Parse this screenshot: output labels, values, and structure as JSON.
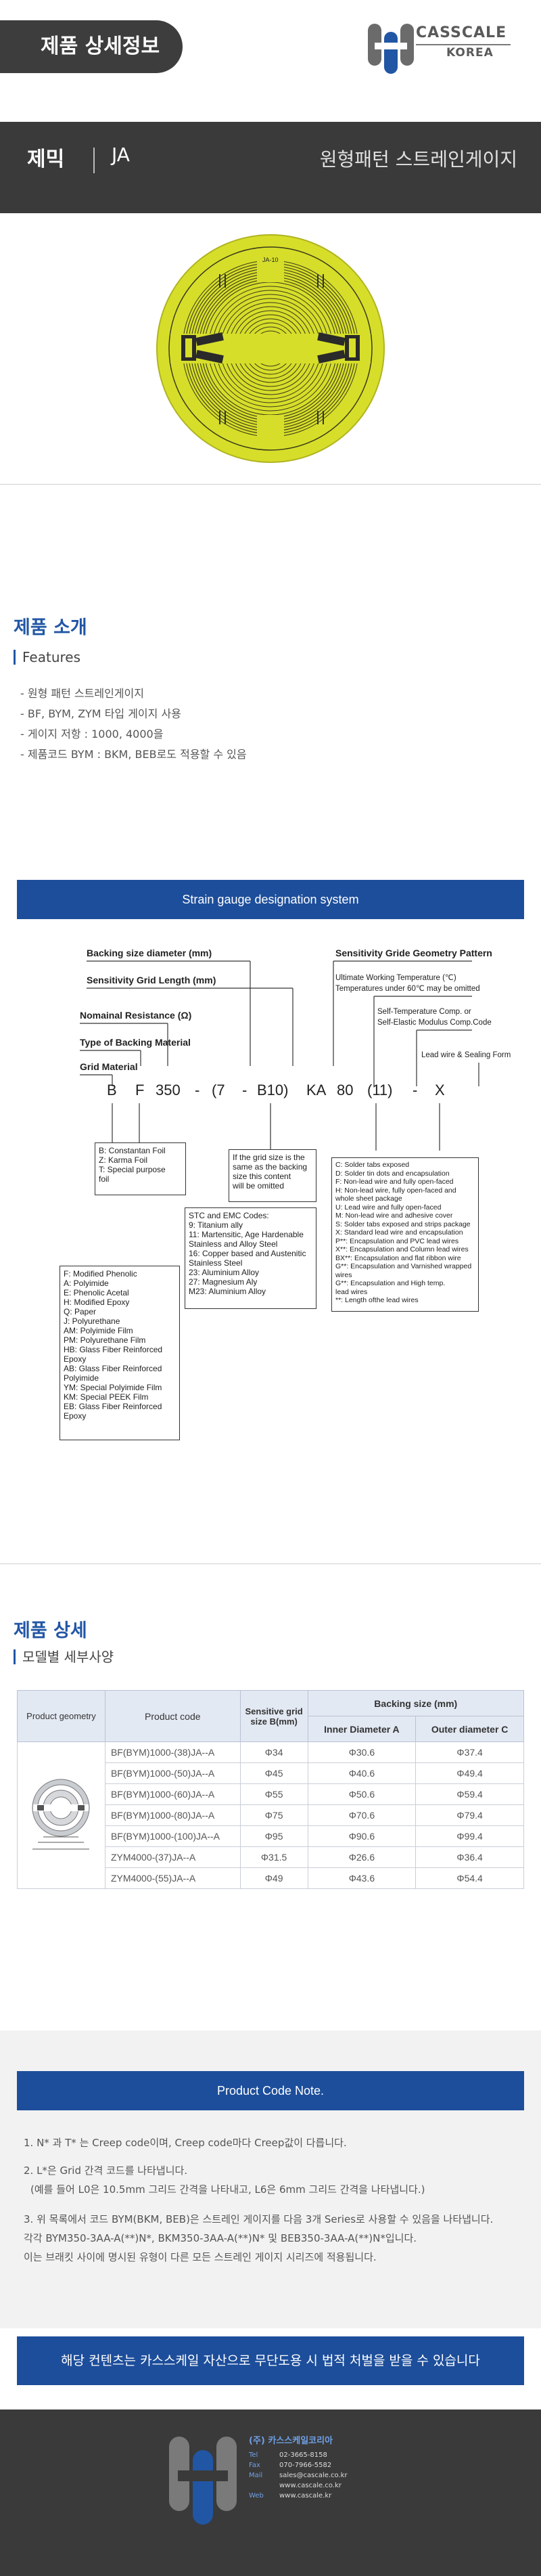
{
  "header": {
    "tab_label": "제품 상세정보",
    "logo_brand": "CASSCALE",
    "logo_country": "KOREA"
  },
  "title": {
    "category": "제믹",
    "product": "JA",
    "description": "원형패턴 스트레인게이지"
  },
  "gauge_label": "JA-10",
  "intro": {
    "title": "제품 소개",
    "subtitle": "Features",
    "items": [
      "- 원형 패턴 스트레인게이지",
      "- BF, BYM, ZYM 타입 게이지 사용",
      "- 게이지 저항 : 1000, 4000을",
      "- 제품코드 BYM : BKM, BEB로도 적용할 수 있음"
    ]
  },
  "designation": {
    "bar_title": "Strain gauge designation system",
    "labels": {
      "backing_size": "Backing size diameter (mm)",
      "grid_length": "Sensitivity Grid Length (mm)",
      "nominal_resistance": "Nomainal Resistance (Ω)",
      "backing_material": "Type of Backing Material",
      "grid_material": "Grid Material",
      "geometry": "Sensitivity Gride Geometry Pattern",
      "working_temp": "Ultimate Working Temperature (℃)",
      "working_temp_note": "Temperatures under 60℃ may be omitted",
      "self_temp": "Self-Temperature Comp. or",
      "self_elastic": "Self-Elastic Modulus Comp.Code",
      "lead_wire": "Lead wire & Sealing Form"
    },
    "code": [
      "B",
      "F",
      "350",
      "-",
      "(7",
      "-",
      "B10)",
      "KA",
      "80",
      "(11)",
      "-",
      "X"
    ],
    "boxes": {
      "grid_material": "B: Constantan Foil\nZ: Karma Foil\nT: Special purpose\nfoil",
      "backing_material": "F: Modified Phenolic\nA: Polyimide\nE: Phenolic Acetal\nH: Modified Epoxy\nQ: Paper\nJ: Polyurethane\nAM: Polyimide Film\nPM: Polyurethane Film\nHB: Glass Fiber Reinforced\nEpoxy\nAB: Glass Fiber Reinforced\nPolyimide\nYM: Special Polyimide Film\nKM: Special PEEK Film\nEB: Glass Fiber Reinforced\nEpoxy",
      "grid_note": "If the grid size is the\nsame as the backing\nsize this content\nwill be omitted",
      "stc": "STC and EMC Codes:\n9: Titanium ally\n11: Martensitic, Age Hardenable\nStainless and Alloy Steel\n16: Copper based and Austenitic\nStainless Steel\n23: Aluminium Alloy\n27: Magnesium Aly\nM23: Aluminium Alloy",
      "lead": "C: Solder tabs exposed\nD: Solder tin dots and encapsulation\nF: Non-lead wire and fully open-faced\nH: Non-lead wire, fully open-faced and\nwhole sheet package\nU: Lead wire and fully open-faced\nM: Non-lead wire and adhesive cover\nS: Solder tabs exposed and strips package\nX: Standard lead wire and encapsulation\nP**: Encapsulation and PVC lead wires\nX**: Encapsulation and Column lead wires\nBX**: Encapsulation and flat ribbon wire\nG**: Encapsulation and Varnished wrapped\nwires\nG**: Encapsulation and High temp.\nlead wires\n**: Length ofthe lead wires"
    }
  },
  "detail": {
    "title": "제품 상세",
    "subtitle": "모델별 세부사양",
    "headers": {
      "geometry": "Product geometry",
      "code": "Product code",
      "sensitive": "Sensitive grid size B(mm)",
      "backing": "Backing size (mm)",
      "inner": "Inner Diameter A",
      "outer": "Outer diameter C"
    },
    "rows": [
      {
        "code": "BF(BYM)1000-(38)JA--A",
        "b": "Φ34",
        "a": "Φ30.6",
        "c": "Φ37.4"
      },
      {
        "code": "BF(BYM)1000-(50)JA--A",
        "b": "Φ45",
        "a": "Φ40.6",
        "c": "Φ49.4"
      },
      {
        "code": "BF(BYM)1000-(60)JA--A",
        "b": "Φ55",
        "a": "Φ50.6",
        "c": "Φ59.4"
      },
      {
        "code": "BF(BYM)1000-(80)JA--A",
        "b": "Φ75",
        "a": "Φ70.6",
        "c": "Φ79.4"
      },
      {
        "code": "BF(BYM)1000-(100)JA--A",
        "b": "Φ95",
        "a": "Φ90.6",
        "c": "Φ99.4"
      },
      {
        "code": "ZYM4000-(37)JA--A",
        "b": "Φ31.5",
        "a": "Φ26.6",
        "c": "Φ36.4"
      },
      {
        "code": "ZYM4000-(55)JA--A",
        "b": "Φ49",
        "a": "Φ43.6",
        "c": "Φ54.4"
      }
    ]
  },
  "notes": {
    "bar_title": "Product Code Note.",
    "n1": "1. N* 과 T* 는 Creep code이며, Creep code마다 Creep값이 다릅니다.",
    "n2": "2. L*은 Grid 간격 코드를 나타냅니다.",
    "n2b": "(예를 들어 L0은 10.5mm 그리드 간격을 나타내고, L6은 6mm 그리드 간격을 나타냅니다.)",
    "n3": "3. 위 목록에서 코드 BYM(BKM, BEB)은 스트레인 게이지를 다음 3개 Series로 사용할 수 있음을 나타냅니다.",
    "n3b": "각각 BYM350-3AA-A(**)N*, BKM350-3AA-A(**)N* 및 BEB350-3AA-A(**)N*입니다.",
    "n3c": "이는 브래킷 사이에 명시된 유형이 다른 모든 스트레인 게이지 시리즈에 적용됩니다."
  },
  "footer": {
    "copyright": "해당 컨텐츠는 카스스케일 자산으로 무단도용 시 법적 처벌을 받을 수 있습니다",
    "company": "(주) 카스스케일코리아",
    "tel_label": "Tel",
    "tel": "02-3665-8158",
    "fax_label": "Fax",
    "fax": "070-7966-5582",
    "mail_label": "Mail",
    "mail": "sales@cascale.co.kr",
    "mail2": "www.cascale.co.kr",
    "web_label": "Web",
    "web": "www.cascale.kr"
  }
}
